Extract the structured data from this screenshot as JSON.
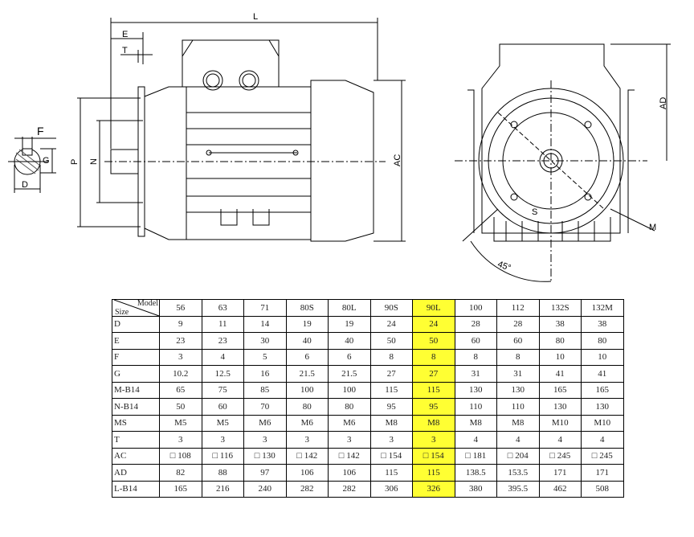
{
  "drawing": {
    "labels": {
      "L": "L",
      "E": "E",
      "T": "T",
      "F": "F",
      "G": "G",
      "D": "D",
      "P": "P",
      "N": "N",
      "AC": "AC",
      "AD": "AD",
      "S": "S",
      "M": "M",
      "angle": "45°"
    }
  },
  "table": {
    "corner_model": "Model",
    "corner_size": "Size",
    "models": [
      "56",
      "63",
      "71",
      "80S",
      "80L",
      "90S",
      "90L",
      "100",
      "112",
      "132S",
      "132M"
    ],
    "highlight_color": "#ffff33",
    "rows": [
      {
        "label": "D",
        "values": [
          "9",
          "11",
          "14",
          "19",
          "19",
          "24",
          "24",
          "28",
          "28",
          "38",
          "38"
        ]
      },
      {
        "label": "E",
        "values": [
          "23",
          "23",
          "30",
          "40",
          "40",
          "50",
          "50",
          "60",
          "60",
          "80",
          "80"
        ]
      },
      {
        "label": "F",
        "values": [
          "3",
          "4",
          "5",
          "6",
          "6",
          "8",
          "8",
          "8",
          "8",
          "10",
          "10"
        ]
      },
      {
        "label": "G",
        "values": [
          "10.2",
          "12.5",
          "16",
          "21.5",
          "21.5",
          "27",
          "27",
          "31",
          "31",
          "41",
          "41"
        ]
      },
      {
        "label": "M-B14",
        "values": [
          "65",
          "75",
          "85",
          "100",
          "100",
          "115",
          "115",
          "130",
          "130",
          "165",
          "165"
        ]
      },
      {
        "label": "N-B14",
        "values": [
          "50",
          "60",
          "70",
          "80",
          "80",
          "95",
          "95",
          "110",
          "110",
          "130",
          "130"
        ]
      },
      {
        "label": "MS",
        "values": [
          "M5",
          "M5",
          "M6",
          "M6",
          "M6",
          "M8",
          "M8",
          "M8",
          "M8",
          "M10",
          "M10"
        ]
      },
      {
        "label": "T",
        "values": [
          "3",
          "3",
          "3",
          "3",
          "3",
          "3",
          "3",
          "4",
          "4",
          "4",
          "4"
        ]
      },
      {
        "label": "AC",
        "values": [
          "□ 108",
          "□ 116",
          "□ 130",
          "□ 142",
          "□ 142",
          "□ 154",
          "□ 154",
          "□ 181",
          "□ 204",
          "□ 245",
          "□ 245"
        ]
      },
      {
        "label": "AD",
        "values": [
          "82",
          "88",
          "97",
          "106",
          "106",
          "115",
          "115",
          "138.5",
          "153.5",
          "171",
          "171"
        ]
      },
      {
        "label": "L-B14",
        "values": [
          "165",
          "216",
          "240",
          "282",
          "282",
          "306",
          "326",
          "380",
          "395.5",
          "462",
          "508"
        ]
      }
    ]
  }
}
